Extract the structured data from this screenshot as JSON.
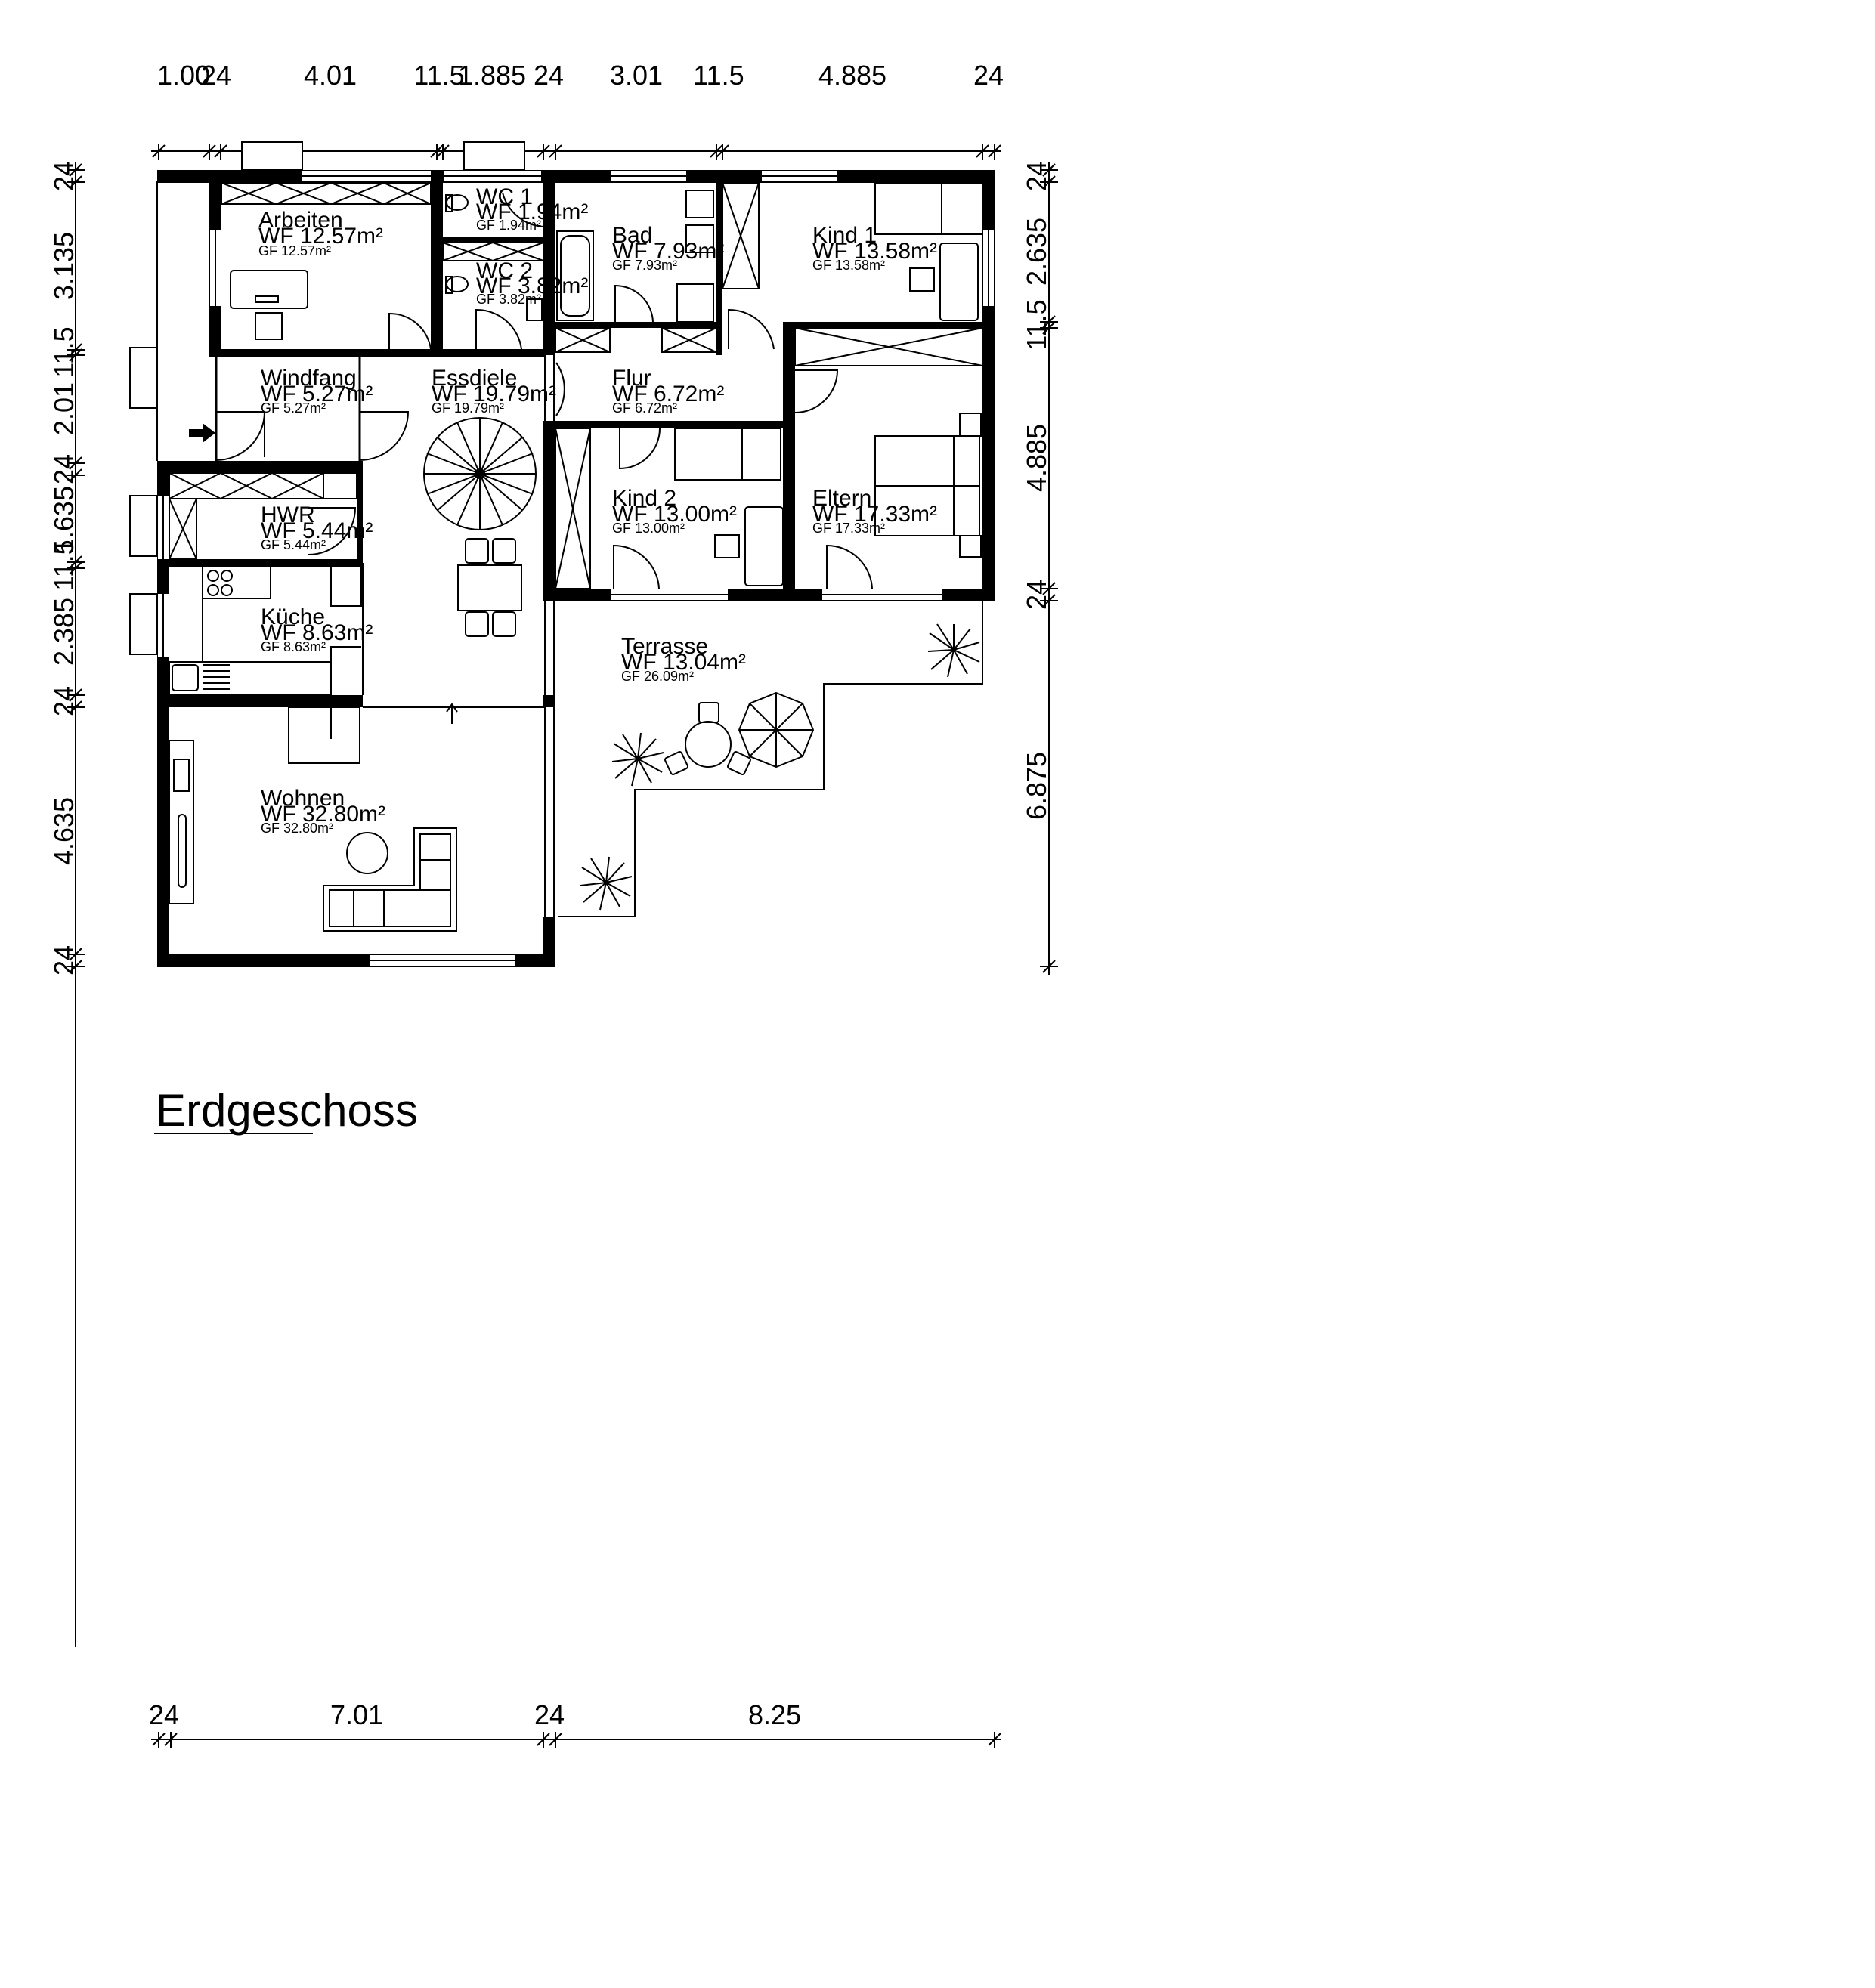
{
  "title": "Erdgeschoss",
  "rooms": {
    "arbeiten": {
      "name": "Arbeiten",
      "wf": "WF 12.57m²",
      "gf": "GF 12.57m²"
    },
    "wc1": {
      "name": "WC 1",
      "wf": "WF 1.94m²",
      "gf": "GF 1.94m²"
    },
    "wc2": {
      "name": "WC 2",
      "wf": "WF 3.82m²",
      "gf": "GF 3.82m²"
    },
    "bad": {
      "name": "Bad",
      "wf": "WF 7.93m²",
      "gf": "GF 7.93m²"
    },
    "kind1": {
      "name": "Kind 1",
      "wf": "WF 13.58m²",
      "gf": "GF 13.58m²"
    },
    "windfang": {
      "name": "Windfang",
      "wf": "WF 5.27m²",
      "gf": "GF 5.27m²"
    },
    "essdiele": {
      "name": "Essdiele",
      "wf": "WF 19.79m²",
      "gf": "GF 19.79m²"
    },
    "flur": {
      "name": "Flur",
      "wf": "WF 6.72m²",
      "gf": "GF 6.72m²"
    },
    "hwr": {
      "name": "HWR",
      "wf": "WF 5.44m²",
      "gf": "GF 5.44m²"
    },
    "kind2": {
      "name": "Kind 2",
      "wf": "WF 13.00m²",
      "gf": "GF 13.00m²"
    },
    "eltern": {
      "name": "Eltern",
      "wf": "WF 17.33m²",
      "gf": "GF 17.33m²"
    },
    "kueche": {
      "name": "Küche",
      "wf": "WF 8.63m²",
      "gf": "GF 8.63m²"
    },
    "terrasse": {
      "name": "Terrasse",
      "wf": "WF 13.04m²",
      "gf": "GF 26.09m²"
    },
    "wohnen": {
      "name": "Wohnen",
      "wf": "WF 32.80m²",
      "gf": "GF 32.80m²"
    }
  },
  "dims": {
    "top": [
      "1.00",
      "24",
      "4.01",
      "11.5",
      "1.885",
      "24",
      "3.01",
      "11.5",
      "4.885",
      "24"
    ],
    "bottom": [
      "24",
      "7.01",
      "24",
      "8.25"
    ],
    "left": [
      "24",
      "3.135",
      "11.5",
      "2.01",
      "24",
      "1.635",
      "11.5",
      "2.385",
      "24",
      "4.635",
      "24"
    ],
    "right": [
      "24",
      "2.635",
      "11.5",
      "4.885",
      "24",
      "6.875"
    ]
  }
}
